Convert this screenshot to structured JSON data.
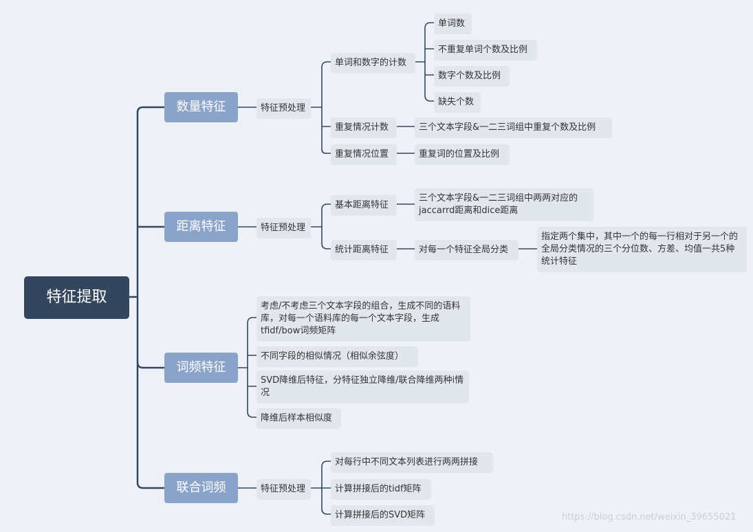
{
  "root": "特征提取",
  "categories": {
    "count": "数量特征",
    "distance": "距离特征",
    "termfreq": "词频特征",
    "joint": "联合词频"
  },
  "count": {
    "pre": "特征预处理",
    "word_count": "单词和数字的计数",
    "word_count_items": [
      "单词数",
      "不重复单词个数及比例",
      "数字个数及比例",
      "缺失个数"
    ],
    "repeat_count": "重复情况计数",
    "repeat_count_detail": "三个文本字段&一二三词组中重复个数及比例",
    "repeat_pos": "重复情况位置",
    "repeat_pos_detail": "重复词的位置及比例"
  },
  "distance": {
    "pre": "特征预处理",
    "basic": "基本距离特征",
    "basic_detail": "三个文本字段&一二三词组中两两对应的jaccarrd距离和dice距离",
    "stat": "统计距离特征",
    "stat_mid": "对每一个特征全局分类",
    "stat_detail": "指定两个集中，其中一个的每一行相对于另一个的全局分类情况的三个分位数、方差、均值一共5种统计特征"
  },
  "termfreq": {
    "items": [
      "考虑/不考虑三个文本字段的组合，生成不同的语料库，对每一个语料库的每一个文本字段，生成tfidf/bow词频矩阵",
      "不同字段的相似情况（相似余弦度）",
      "SVD降维后特征，分特征独立降维/联合降维两种i情况",
      "降维后样本相似度"
    ]
  },
  "joint": {
    "pre": "特征预处理",
    "items": [
      "对每行中不同文本列表进行两两拼接",
      "计算拼接后的tidf矩阵",
      "计算拼接后的SVD矩阵"
    ]
  },
  "watermark": "https://blog.csdn.net/weixin_39655021",
  "colors": {
    "line": "#34465e",
    "root": "#34465e",
    "category": "#8aa4c9",
    "node": "#e2e7ee"
  }
}
